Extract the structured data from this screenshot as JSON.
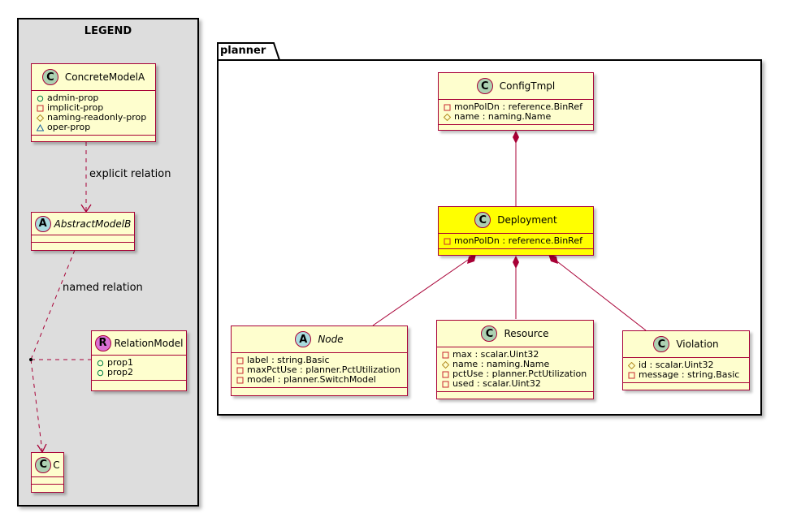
{
  "legend": {
    "title": "LEGEND",
    "concrete": {
      "stereotype": "C",
      "name": "ConcreteModelA",
      "attrs": [
        {
          "vis": "public",
          "text": "admin-prop"
        },
        {
          "vis": "private",
          "text": "implicit-prop"
        },
        {
          "vis": "protected",
          "text": "naming-readonly-prop"
        },
        {
          "vis": "package",
          "text": "oper-prop"
        }
      ]
    },
    "abstract": {
      "stereotype": "A",
      "name": "AbstractModelB"
    },
    "relation_model": {
      "stereotype": "R",
      "name": "RelationModel",
      "attrs": [
        {
          "vis": "public",
          "text": "prop1"
        },
        {
          "vis": "public",
          "text": "prop2"
        }
      ]
    },
    "c": {
      "stereotype": "C",
      "name": "C"
    },
    "explicit_label": "explicit relation",
    "named_label": "named relation"
  },
  "package": {
    "name": "planner",
    "classes": {
      "configtmpl": {
        "stereotype": "C",
        "name": "ConfigTmpl",
        "attrs": [
          {
            "vis": "private",
            "text": "monPolDn : reference.BinRef"
          },
          {
            "vis": "protected",
            "text": "name : naming.Name"
          }
        ]
      },
      "deployment": {
        "stereotype": "C",
        "name": "Deployment",
        "attrs": [
          {
            "vis": "private",
            "text": "monPolDn : reference.BinRef"
          }
        ]
      },
      "node": {
        "stereotype": "A",
        "name": "Node",
        "attrs": [
          {
            "vis": "private",
            "text": "label : string.Basic"
          },
          {
            "vis": "private",
            "text": "maxPctUse : planner.PctUtilization"
          },
          {
            "vis": "private",
            "text": "model : planner.SwitchModel"
          }
        ]
      },
      "resource": {
        "stereotype": "C",
        "name": "Resource",
        "attrs": [
          {
            "vis": "private",
            "text": "max : scalar.Uint32"
          },
          {
            "vis": "protected",
            "text": "name : naming.Name"
          },
          {
            "vis": "private",
            "text": "pctUse : planner.PctUtilization"
          },
          {
            "vis": "private",
            "text": "used : scalar.Uint32"
          }
        ]
      },
      "violation": {
        "stereotype": "C",
        "name": "Violation",
        "attrs": [
          {
            "vis": "protected",
            "text": "id : scalar.Uint32"
          },
          {
            "vis": "private",
            "text": "message : string.Basic"
          }
        ]
      }
    }
  },
  "colors": {
    "class_fill": "#fefece",
    "class_border": "#a80036",
    "highlight_fill": "#ffff00",
    "legend_fill": "#dddddd",
    "badge_c": "#add1b2",
    "badge_a": "#a9dcdf",
    "badge_r": "#da70d6"
  }
}
